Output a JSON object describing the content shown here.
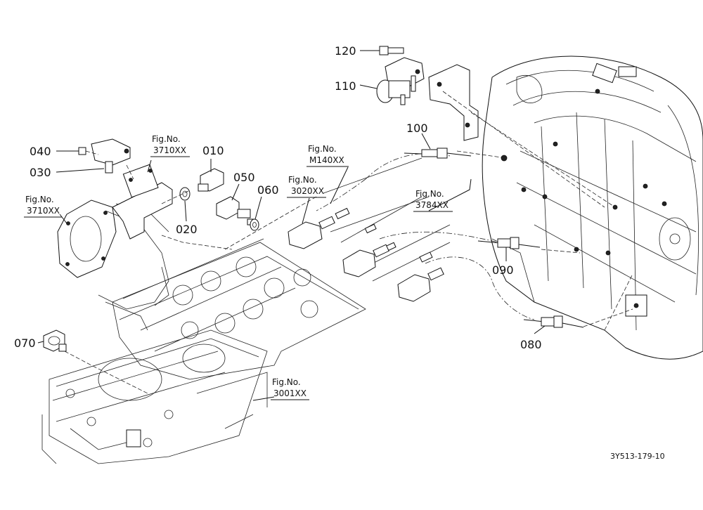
{
  "part_labels": {
    "p010": "010",
    "p020": "020",
    "p030": "030",
    "p040": "040",
    "p050": "050",
    "p060": "060",
    "p070": "070",
    "p080": "080",
    "p090": "090",
    "p100": "100",
    "p110": "110",
    "p120": "120"
  },
  "figure_refs": {
    "ref_3710_top": {
      "label": "Fig.No.",
      "code": "3710XX"
    },
    "ref_3710_left": {
      "label": "Fig.No.",
      "code": "3710XX"
    },
    "ref_3020": {
      "label": "Fig.No.",
      "code": "3020XX"
    },
    "ref_m140": {
      "label": "Fig.No.",
      "code": "M140XX"
    },
    "ref_3784": {
      "label": "Fig.No.",
      "code": "3784XX"
    },
    "ref_3001": {
      "label": "Fig.No.",
      "code": "3001XX"
    }
  },
  "drawing_code": "3Y513-179-10"
}
